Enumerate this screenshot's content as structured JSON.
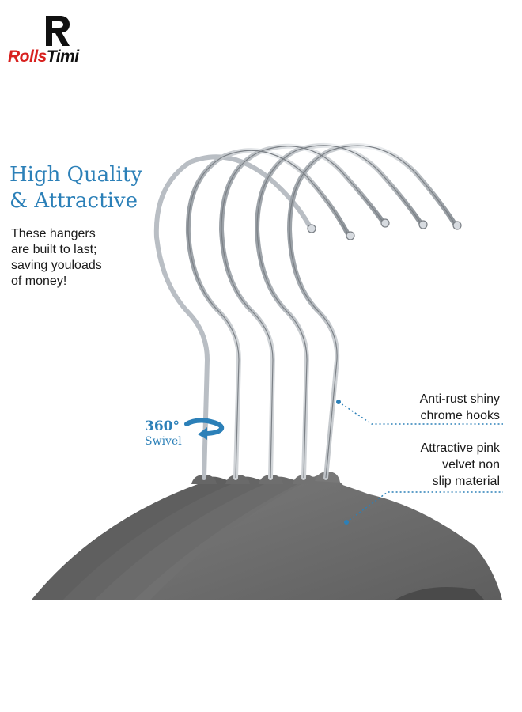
{
  "brand": {
    "name_part1": "Rolls",
    "name_part2": "Timi",
    "logo_icon": "r-monogram-icon"
  },
  "headline": {
    "line1": "High Quality",
    "line2": "& Attractive"
  },
  "description": {
    "line1": "These hangers",
    "line2": "are built to last;",
    "line3": "saving youloads",
    "line4": "of money!"
  },
  "swivel": {
    "degrees": "360°",
    "label": "Swivel",
    "icon": "rotate-arrow-icon"
  },
  "callouts": {
    "hooks": {
      "line1": "Anti-rust shiny",
      "line2": "chrome hooks"
    },
    "material": {
      "line1": "Attractive pink",
      "line2": "velvet non",
      "line3": "slip material"
    }
  },
  "colors": {
    "accent_blue": "#2c80b8",
    "brand_red": "#d8211f",
    "velvet_gray": "#6b6b6b",
    "chrome": "#c9cdd2"
  }
}
